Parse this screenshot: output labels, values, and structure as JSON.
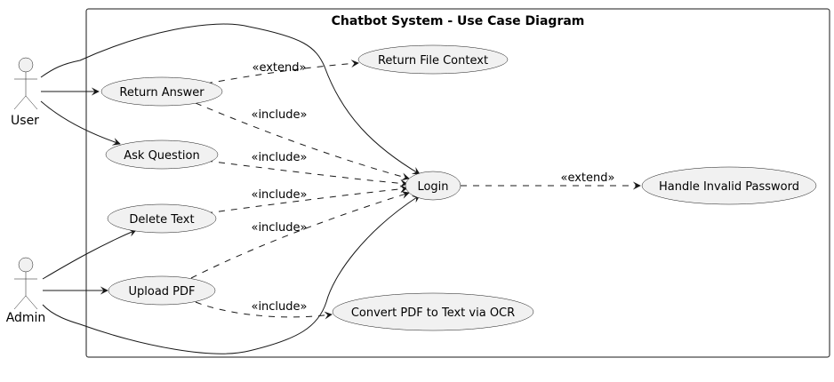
{
  "diagram": {
    "title": "Chatbot System - Use Case Diagram",
    "actors": {
      "user": "User",
      "admin": "Admin"
    },
    "use_cases": {
      "return_answer": "Return Answer",
      "ask_question": "Ask Question",
      "delete_text": "Delete Text",
      "upload_pdf": "Upload PDF",
      "login": "Login",
      "return_file_context": "Return File Context",
      "handle_invalid_password": "Handle Invalid Password",
      "convert_pdf": "Convert PDF to Text via OCR"
    },
    "relations": {
      "extend_return_file_context": "«extend»",
      "include_return_answer_login": "«include»",
      "include_ask_question_login": "«include»",
      "include_delete_text_login": "«include»",
      "include_upload_pdf_login": "«include»",
      "include_upload_pdf_convert": "«include»",
      "extend_handle_invalid_password": "«extend»"
    },
    "colors": {
      "node_fill": "#f1f1f1",
      "line": "#181818"
    }
  }
}
